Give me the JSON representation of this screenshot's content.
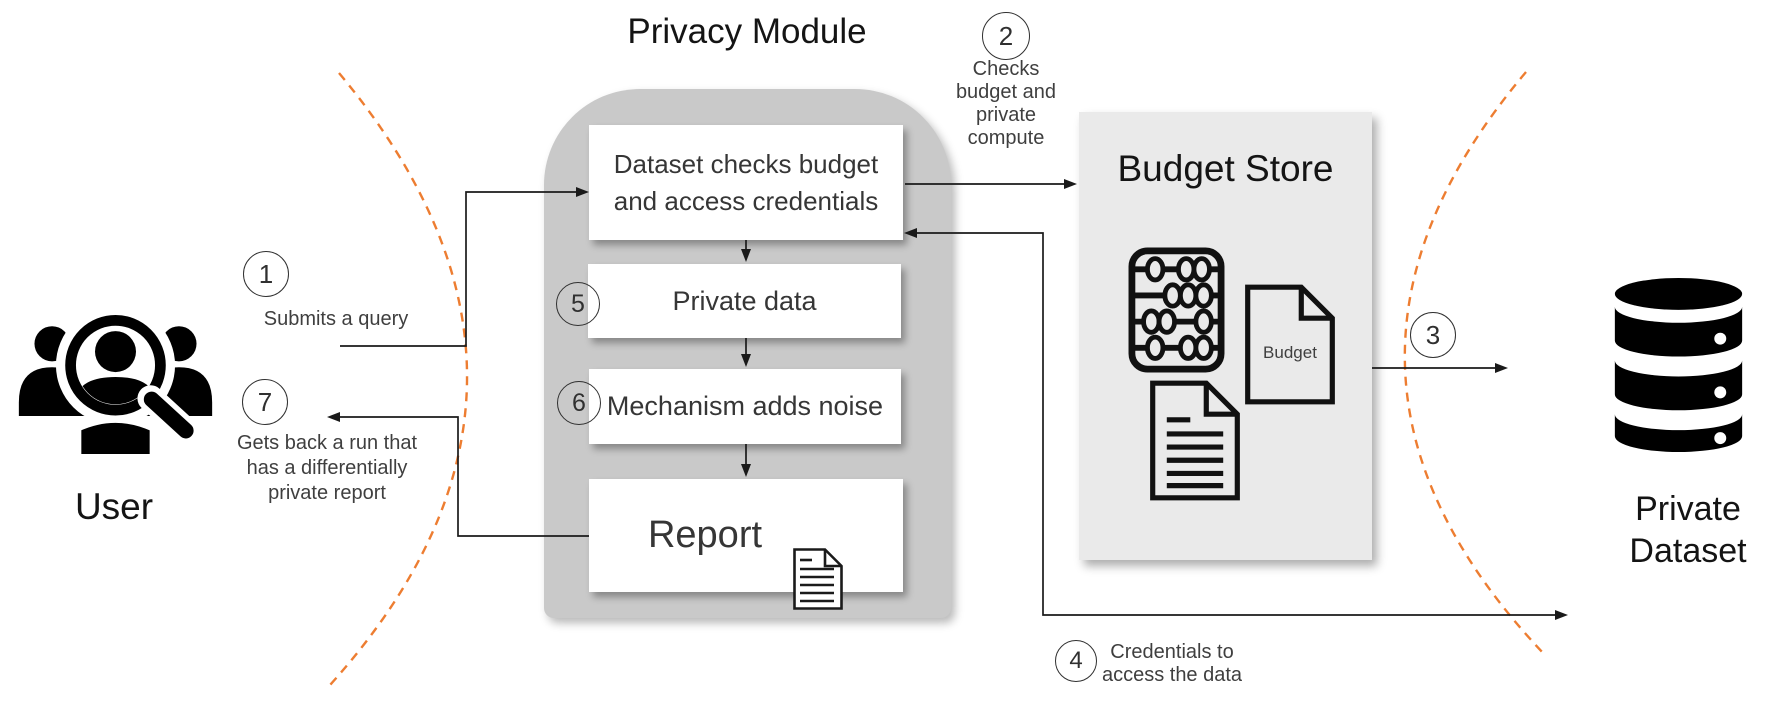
{
  "title": "Privacy Module",
  "module_boxes": {
    "check": "Dataset checks budget\nand access credentials",
    "private_data": "Private data",
    "mechanism": "Mechanism adds noise",
    "report": "Report"
  },
  "budget_store": {
    "title": "Budget Store",
    "doc_label": "Budget"
  },
  "user": {
    "label": "User"
  },
  "dataset": {
    "label": "Private\nDataset"
  },
  "steps": [
    {
      "num": "1",
      "label": "Submits a query"
    },
    {
      "num": "2",
      "label": "Checks\nbudget and\nprivate\ncompute"
    },
    {
      "num": "3",
      "label": ""
    },
    {
      "num": "4",
      "label": "Credentials to\naccess the data"
    },
    {
      "num": "5",
      "label": ""
    },
    {
      "num": "6",
      "label": ""
    },
    {
      "num": "7",
      "label": "Gets back a run that\nhas a differentially\nprivate report"
    }
  ],
  "icons": {
    "user": "user-group-search-icon",
    "abacus": "abacus-icon",
    "budget_document": "budget-document-icon",
    "text_document": "text-document-icon",
    "report_document": "report-document-icon",
    "database": "database-icon"
  },
  "colors": {
    "accent_dashed": "#ED7D31",
    "module_background": "#c9c9c9",
    "store_background": "#eaeaea",
    "line": "#1a1a1a"
  }
}
